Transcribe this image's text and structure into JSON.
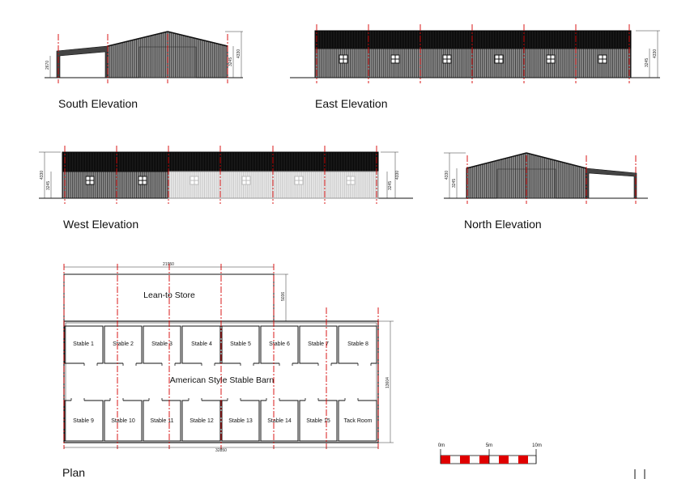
{
  "drawing": {
    "elevations": {
      "south": {
        "title": "South Elevation",
        "dims": [
          "2670",
          "3245",
          "4330"
        ]
      },
      "east": {
        "title": "East Elevation",
        "dims": [
          "3245",
          "4330"
        ]
      },
      "west": {
        "title": "West Elevation",
        "dims": [
          "4330",
          "3245",
          "3245",
          "4330"
        ]
      },
      "north": {
        "title": "North Elevation",
        "dims": [
          "4330",
          "3245"
        ]
      }
    },
    "plan": {
      "title": "Plan",
      "overall_width_top": "21950",
      "overall_width_bottom": "32850",
      "depth": "13604",
      "lean_to_depth": "5036",
      "lean_to_label": "Lean-to Store",
      "barn_label": "American Style Stable Barn",
      "top_row": [
        "Stable 1",
        "Stable 2",
        "Stable 3",
        "Stable 4",
        "Stable 5",
        "Stable 6",
        "Stable 7",
        "Stable 8"
      ],
      "bottom_row": [
        "Stable 9",
        "Stable 10",
        "Stable 11",
        "Stable 12",
        "Stable 13",
        "Stable 14",
        "Stable 15",
        "Tack Room"
      ]
    },
    "scale_bar": {
      "labels": [
        "0m",
        "5m",
        "10m"
      ]
    },
    "colors": {
      "gridline": "#d40000",
      "roof": "#1a1a1a",
      "cladding": "#6e6e6e",
      "cladding_light": "#d9d9d9",
      "scale_red": "#e00000"
    }
  }
}
